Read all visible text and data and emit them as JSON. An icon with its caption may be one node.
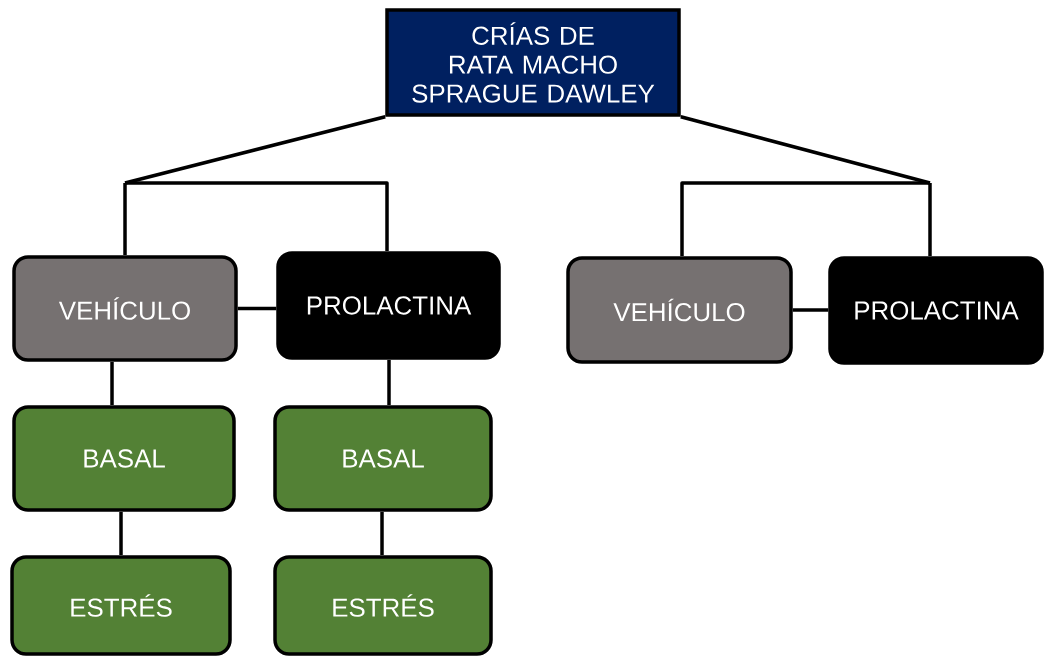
{
  "diagram": {
    "nodes": [
      {
        "text": [
          "CRÍAS DE RATA MACHO SPRAGUE DAWLEY"
        ]
      },
      {
        "text": [
          "VEHÍCULO"
        ]
      },
      {
        "text": [
          "PROLACTINA"
        ]
      },
      {
        "text": [
          "VEHÍCULO"
        ]
      },
      {
        "text": [
          "PROLACTINA"
        ]
      },
      {
        "text": [
          "BASAL"
        ]
      },
      {
        "text": [
          "BASAL"
        ]
      },
      {
        "text": [
          "ESTRÉS"
        ]
      },
      {
        "text": [
          "ESTRÉS"
        ]
      }
    ],
    "edges": [
      {
        "from": 0,
        "to": 1,
        "arrow": "none"
      },
      {
        "from": 0,
        "to": 2,
        "arrow": "none"
      },
      {
        "from": 0,
        "to": 3,
        "arrow": "none"
      },
      {
        "from": 0,
        "to": 4,
        "arrow": "none"
      },
      {
        "from": 1,
        "to": 2,
        "arrow": "none"
      },
      {
        "from": 3,
        "to": 4,
        "arrow": "none"
      },
      {
        "from": 1,
        "to": 5,
        "arrow": "none"
      },
      {
        "from": 2,
        "to": 6,
        "arrow": "none"
      },
      {
        "from": 5,
        "to": 7,
        "arrow": "none"
      },
      {
        "from": 6,
        "to": 8,
        "arrow": "none"
      }
    ]
  }
}
